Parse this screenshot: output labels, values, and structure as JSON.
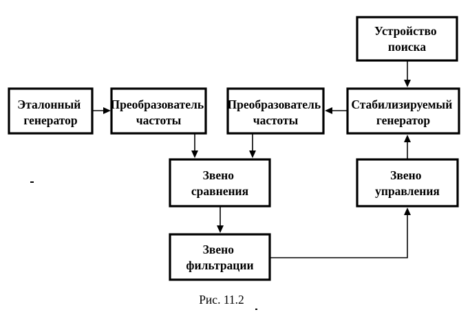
{
  "blocks": {
    "reference_generator": [
      "Эталонный",
      "генератор"
    ],
    "frequency_converter_left": [
      "Преобразователь",
      "частоты"
    ],
    "frequency_converter_right": [
      "Преобразователь",
      "частоты"
    ],
    "stabilized_generator": [
      "Стабилизируемый",
      "генератор"
    ],
    "search_device": [
      "Устройство",
      "поиска"
    ],
    "comparison_link": [
      "Звено",
      "сравнения"
    ],
    "control_link": [
      "Звено",
      "управления"
    ],
    "filtration_link": [
      "Звено",
      "фильтрации"
    ]
  },
  "caption": "Рис. 11.2"
}
